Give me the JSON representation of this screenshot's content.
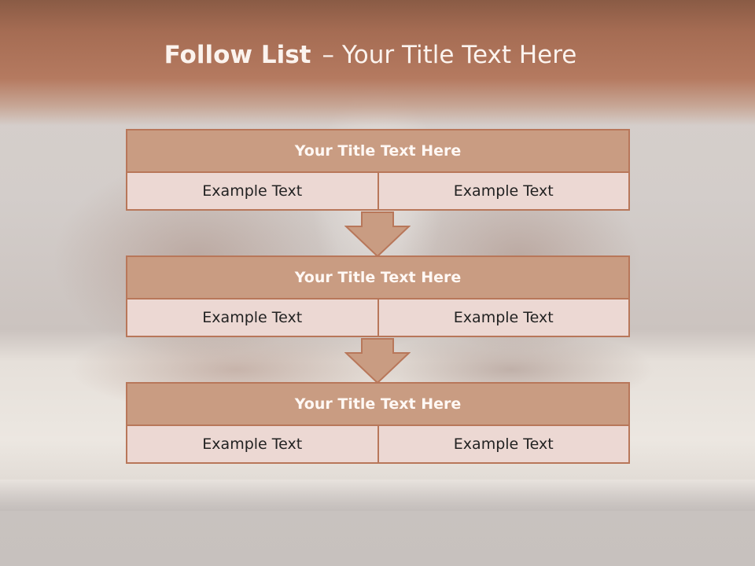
{
  "slide": {
    "title_bold": "Follow List",
    "title_separator": "–",
    "title_rest": "Your Title Text Here"
  },
  "blocks": [
    {
      "title": "Your Title Text Here",
      "left": "Example Text",
      "right": "Example Text"
    },
    {
      "title": "Your Title Text Here",
      "left": "Example Text",
      "right": "Example Text"
    },
    {
      "title": "Your Title Text Here",
      "left": "Example Text",
      "right": "Example Text"
    }
  ],
  "colors": {
    "header_fill": "#c99c82",
    "cell_fill": "#ecd8d3",
    "border": "#b8775a",
    "title_band": "#a56c53"
  }
}
